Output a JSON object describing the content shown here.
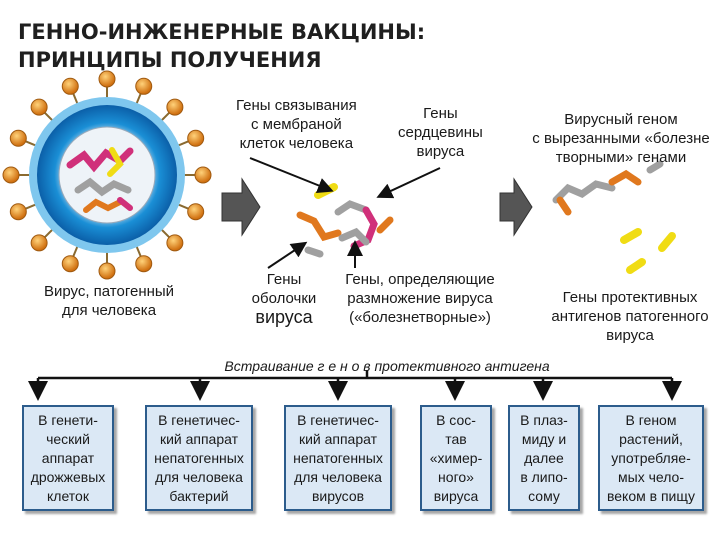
{
  "title": [
    "ГЕННО-ИНЖЕНЕРНЫЕ ВАКЦИНЫ:",
    "ПРИНЦИПЫ ПОЛУЧЕНИЯ"
  ],
  "labels": {
    "binding_genes": [
      "Гены связывания",
      "с мембраной",
      "клеток человека"
    ],
    "core_genes": [
      "Гены",
      "сердцевины",
      "вируса"
    ],
    "viral_genome": [
      "Вирусный геном",
      "с вырезанными «болезне",
      "творными» генами"
    ],
    "virus": [
      "Вирус, патогенный",
      "для человека"
    ],
    "shell_genes": [
      "Гены",
      "оболочки"
    ],
    "shell_genes_virus": "вируса",
    "reproduction_genes": [
      "Гены, определяющие",
      "размножение вируса",
      "(«болезнетворные»)"
    ],
    "protective_genes": [
      "Гены протективных",
      "антигенов патогенного",
      "вируса"
    ]
  },
  "embedding": "Встраивание  г е н о в  протективного антигена",
  "targets": [
    [
      "В генети-",
      "ческий",
      "аппарат",
      "дрожжевых",
      "клеток"
    ],
    [
      "В генетичес-",
      "кий аппарат",
      "непатогенных",
      "для человека",
      "бактерий"
    ],
    [
      "В генетичес-",
      "кий аппарат",
      "непатогенных",
      "для человека",
      "вирусов"
    ],
    [
      "В сос-",
      "тав",
      "«химер-",
      "ного»",
      "вируса"
    ],
    [
      "В плаз-",
      "миду и",
      "далее",
      "в липо-",
      "сому"
    ],
    [
      "В геном",
      "растений,",
      "употребляе-",
      "мых чело-",
      "веком в пищу"
    ]
  ],
  "colors": {
    "virus_blue": "#1e8fd8",
    "virus_core": "#e6eef6",
    "spike_orange": "#e8891a",
    "gene_magenta": "#d0307a",
    "gene_gray": "#9a9a9a",
    "gene_yellow": "#f0dc14",
    "gene_orange": "#e0781e",
    "box_fill": "#dbe8f5",
    "box_border": "#2c5c8c"
  }
}
